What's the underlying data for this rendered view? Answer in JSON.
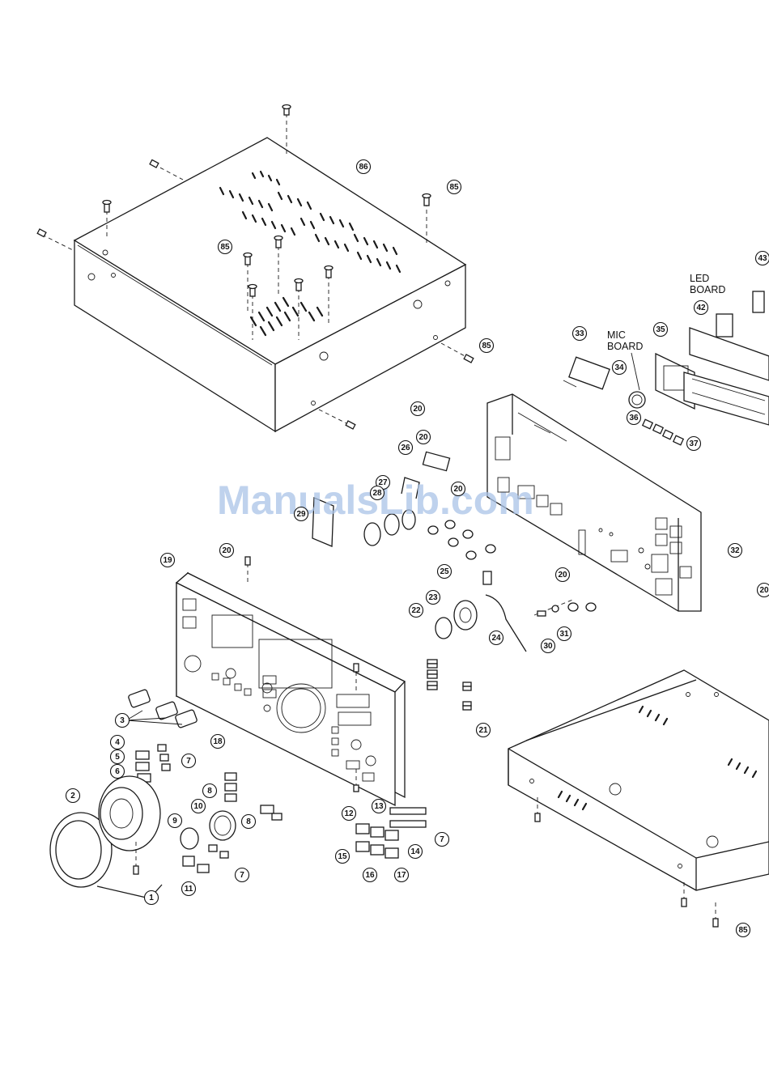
{
  "watermark": "ManualsLib.com",
  "board_labels": {
    "led_line1": "LED",
    "led_line2": "BOARD",
    "mic_line1": "MIC",
    "mic_line2": "BOARD"
  },
  "callouts": [
    {
      "id": "c86",
      "label": "86"
    },
    {
      "id": "c85a",
      "label": "85"
    },
    {
      "id": "c85b",
      "label": "85"
    },
    {
      "id": "c85c",
      "label": "85"
    },
    {
      "id": "c85d",
      "label": "85"
    },
    {
      "id": "c43",
      "label": "43"
    },
    {
      "id": "c42",
      "label": "42"
    },
    {
      "id": "c33",
      "label": "33"
    },
    {
      "id": "c35",
      "label": "35"
    },
    {
      "id": "c34",
      "label": "34"
    },
    {
      "id": "c36",
      "label": "36"
    },
    {
      "id": "c37",
      "label": "37"
    },
    {
      "id": "c20a",
      "label": "20"
    },
    {
      "id": "c20b",
      "label": "20"
    },
    {
      "id": "c20c",
      "label": "20"
    },
    {
      "id": "c20d",
      "label": "20"
    },
    {
      "id": "c20e",
      "label": "20"
    },
    {
      "id": "c20f",
      "label": "20"
    },
    {
      "id": "c26",
      "label": "26"
    },
    {
      "id": "c27",
      "label": "27"
    },
    {
      "id": "c28",
      "label": "28"
    },
    {
      "id": "c29",
      "label": "29"
    },
    {
      "id": "c32",
      "label": "32"
    },
    {
      "id": "c25",
      "label": "25"
    },
    {
      "id": "c19",
      "label": "19"
    },
    {
      "id": "c22",
      "label": "22"
    },
    {
      "id": "c23",
      "label": "23"
    },
    {
      "id": "c24",
      "label": "24"
    },
    {
      "id": "c30",
      "label": "30"
    },
    {
      "id": "c31",
      "label": "31"
    },
    {
      "id": "c21",
      "label": "21"
    },
    {
      "id": "c3",
      "label": "3"
    },
    {
      "id": "c18",
      "label": "18"
    },
    {
      "id": "c4",
      "label": "4"
    },
    {
      "id": "c5",
      "label": "5"
    },
    {
      "id": "c6",
      "label": "6"
    },
    {
      "id": "c7a",
      "label": "7"
    },
    {
      "id": "c7b",
      "label": "7"
    },
    {
      "id": "c7c",
      "label": "7"
    },
    {
      "id": "c8a",
      "label": "8"
    },
    {
      "id": "c8b",
      "label": "8"
    },
    {
      "id": "c2",
      "label": "2"
    },
    {
      "id": "c9",
      "label": "9"
    },
    {
      "id": "c10",
      "label": "10"
    },
    {
      "id": "c11",
      "label": "11"
    },
    {
      "id": "c1",
      "label": "1"
    },
    {
      "id": "c12",
      "label": "12"
    },
    {
      "id": "c13",
      "label": "13"
    },
    {
      "id": "c14",
      "label": "14"
    },
    {
      "id": "c15",
      "label": "15"
    },
    {
      "id": "c16",
      "label": "16"
    },
    {
      "id": "c17",
      "label": "17"
    }
  ]
}
